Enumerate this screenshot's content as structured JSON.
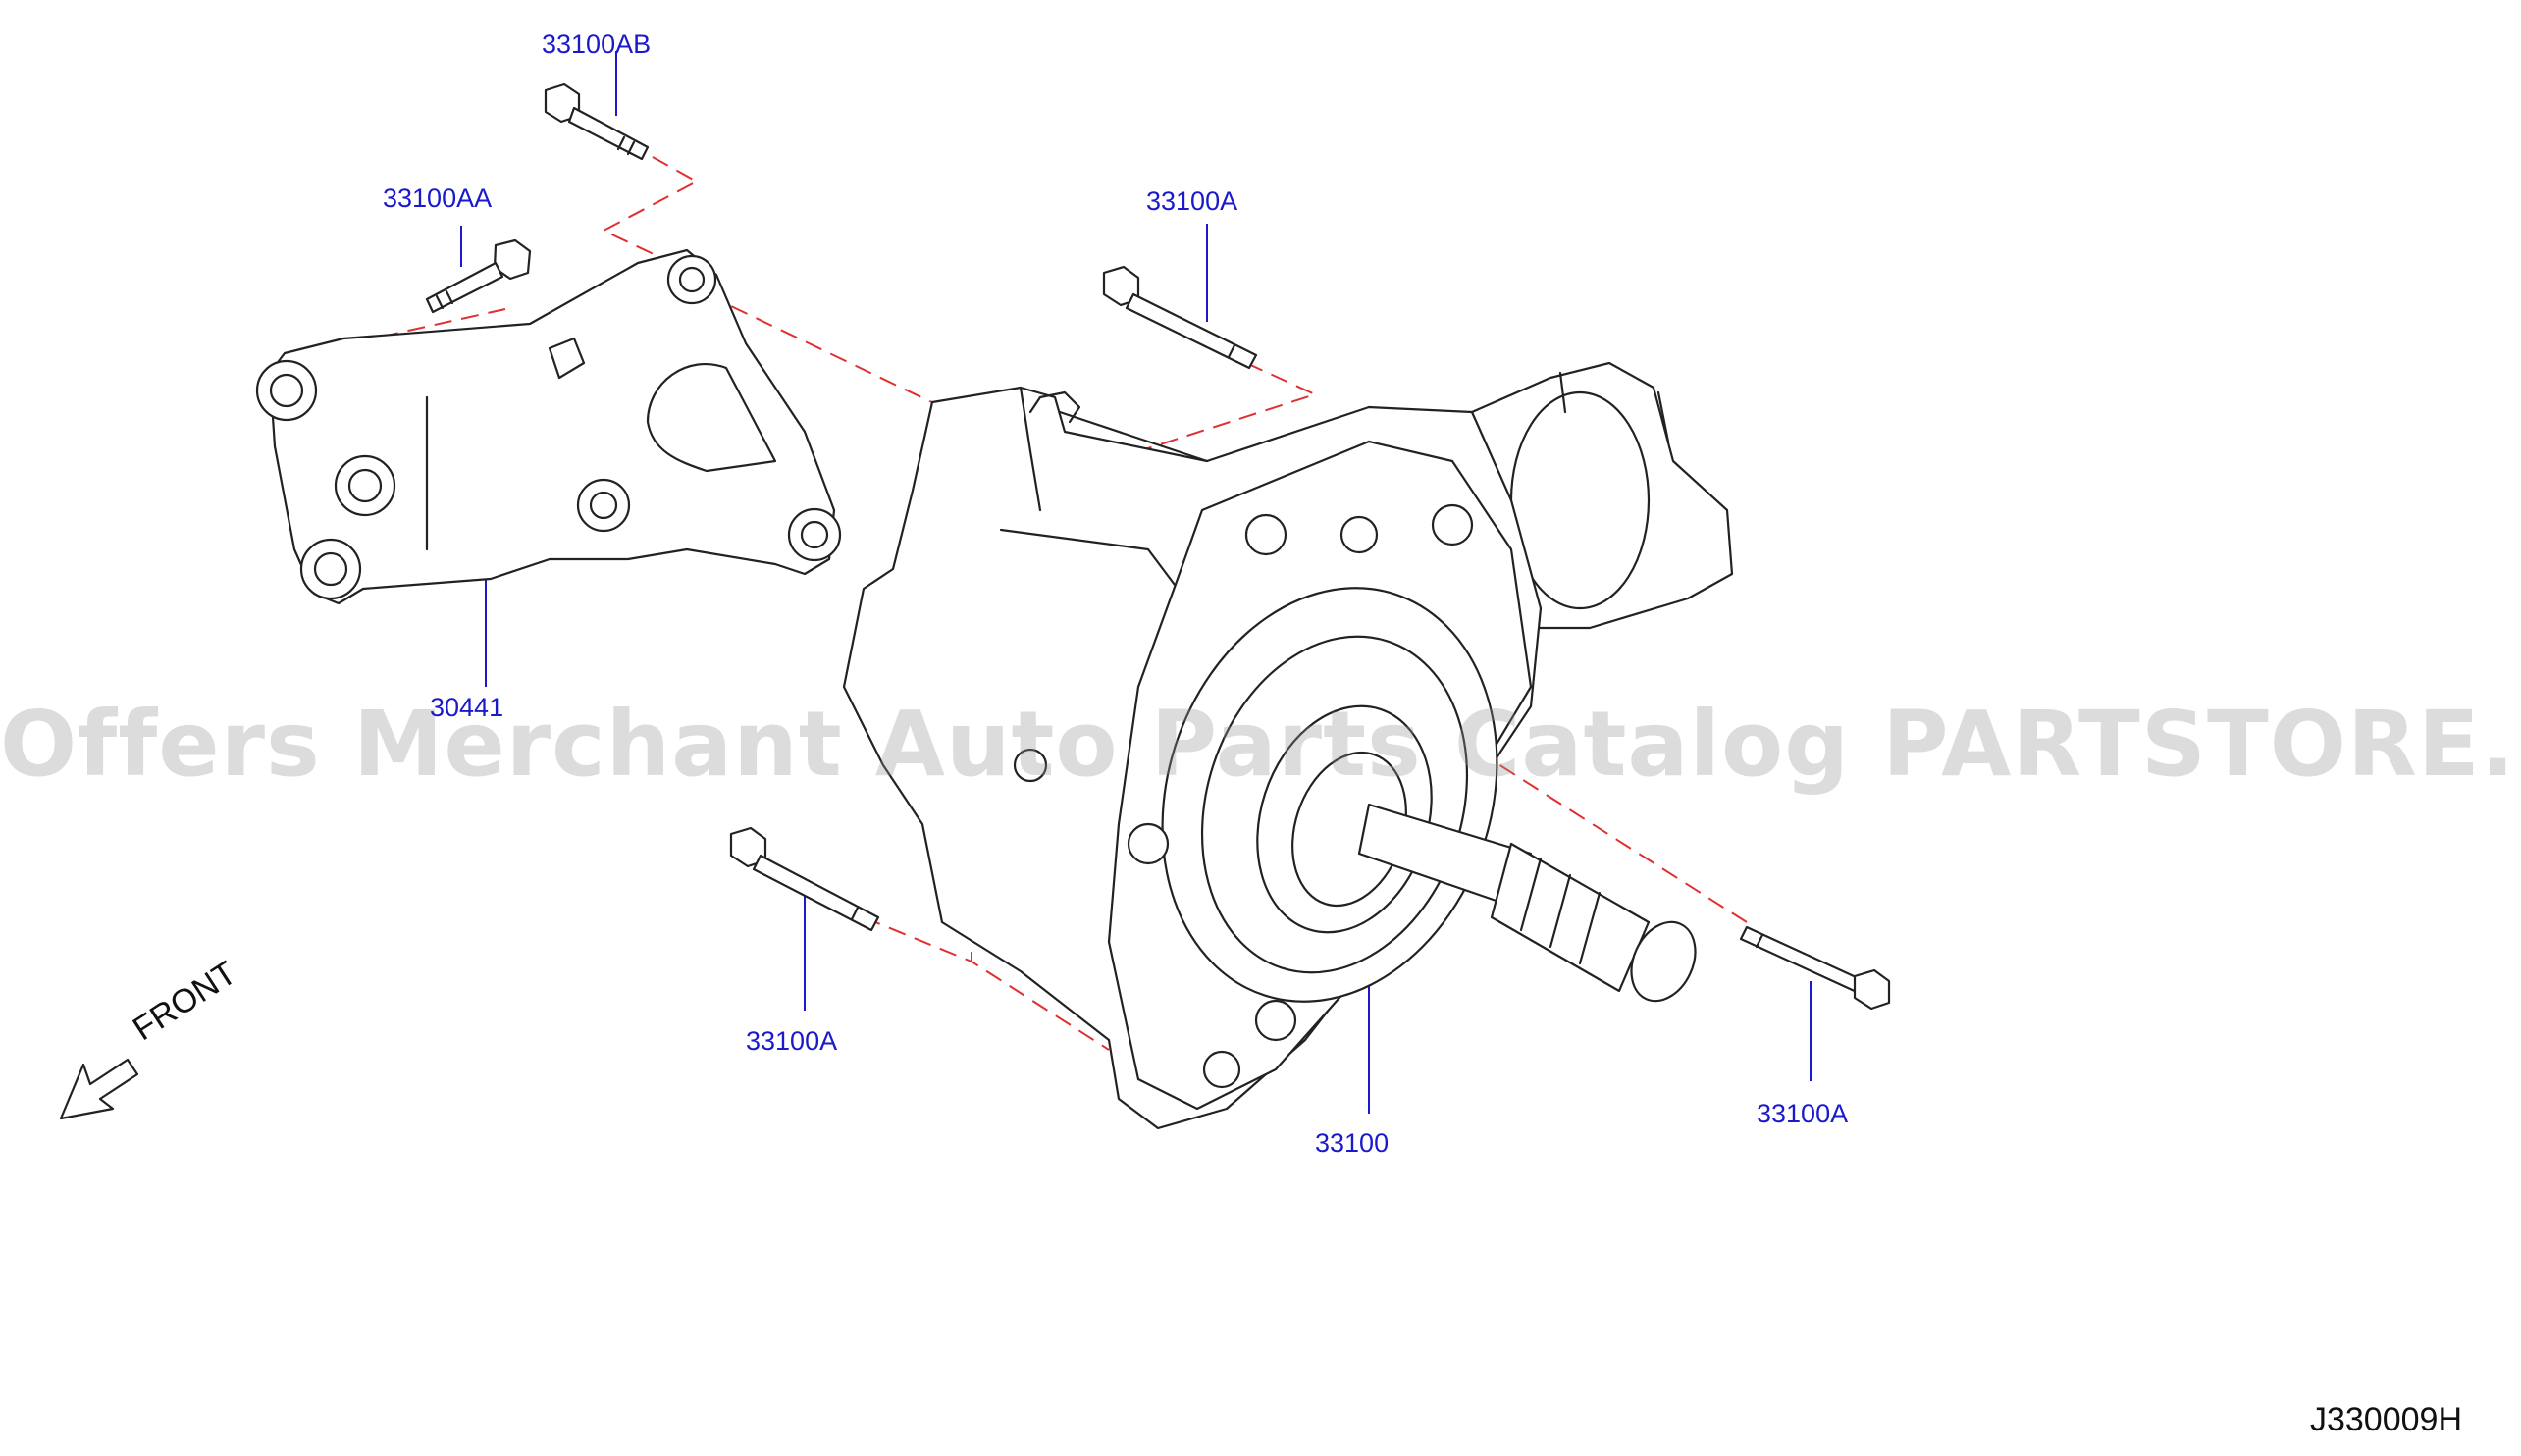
{
  "diagram": {
    "code": "J330009H",
    "watermark": "Offers Merchant Auto Parts Catalog PARTSTORE.SA",
    "front_indicator": "FRONT",
    "callouts": {
      "bolt_ab": "33100AB",
      "bolt_aa": "33100AA",
      "bolt_a_top": "33100A",
      "bracket": "30441",
      "bolt_a_left": "33100A",
      "transfer_case": "33100",
      "bolt_a_right": "33100A"
    }
  }
}
